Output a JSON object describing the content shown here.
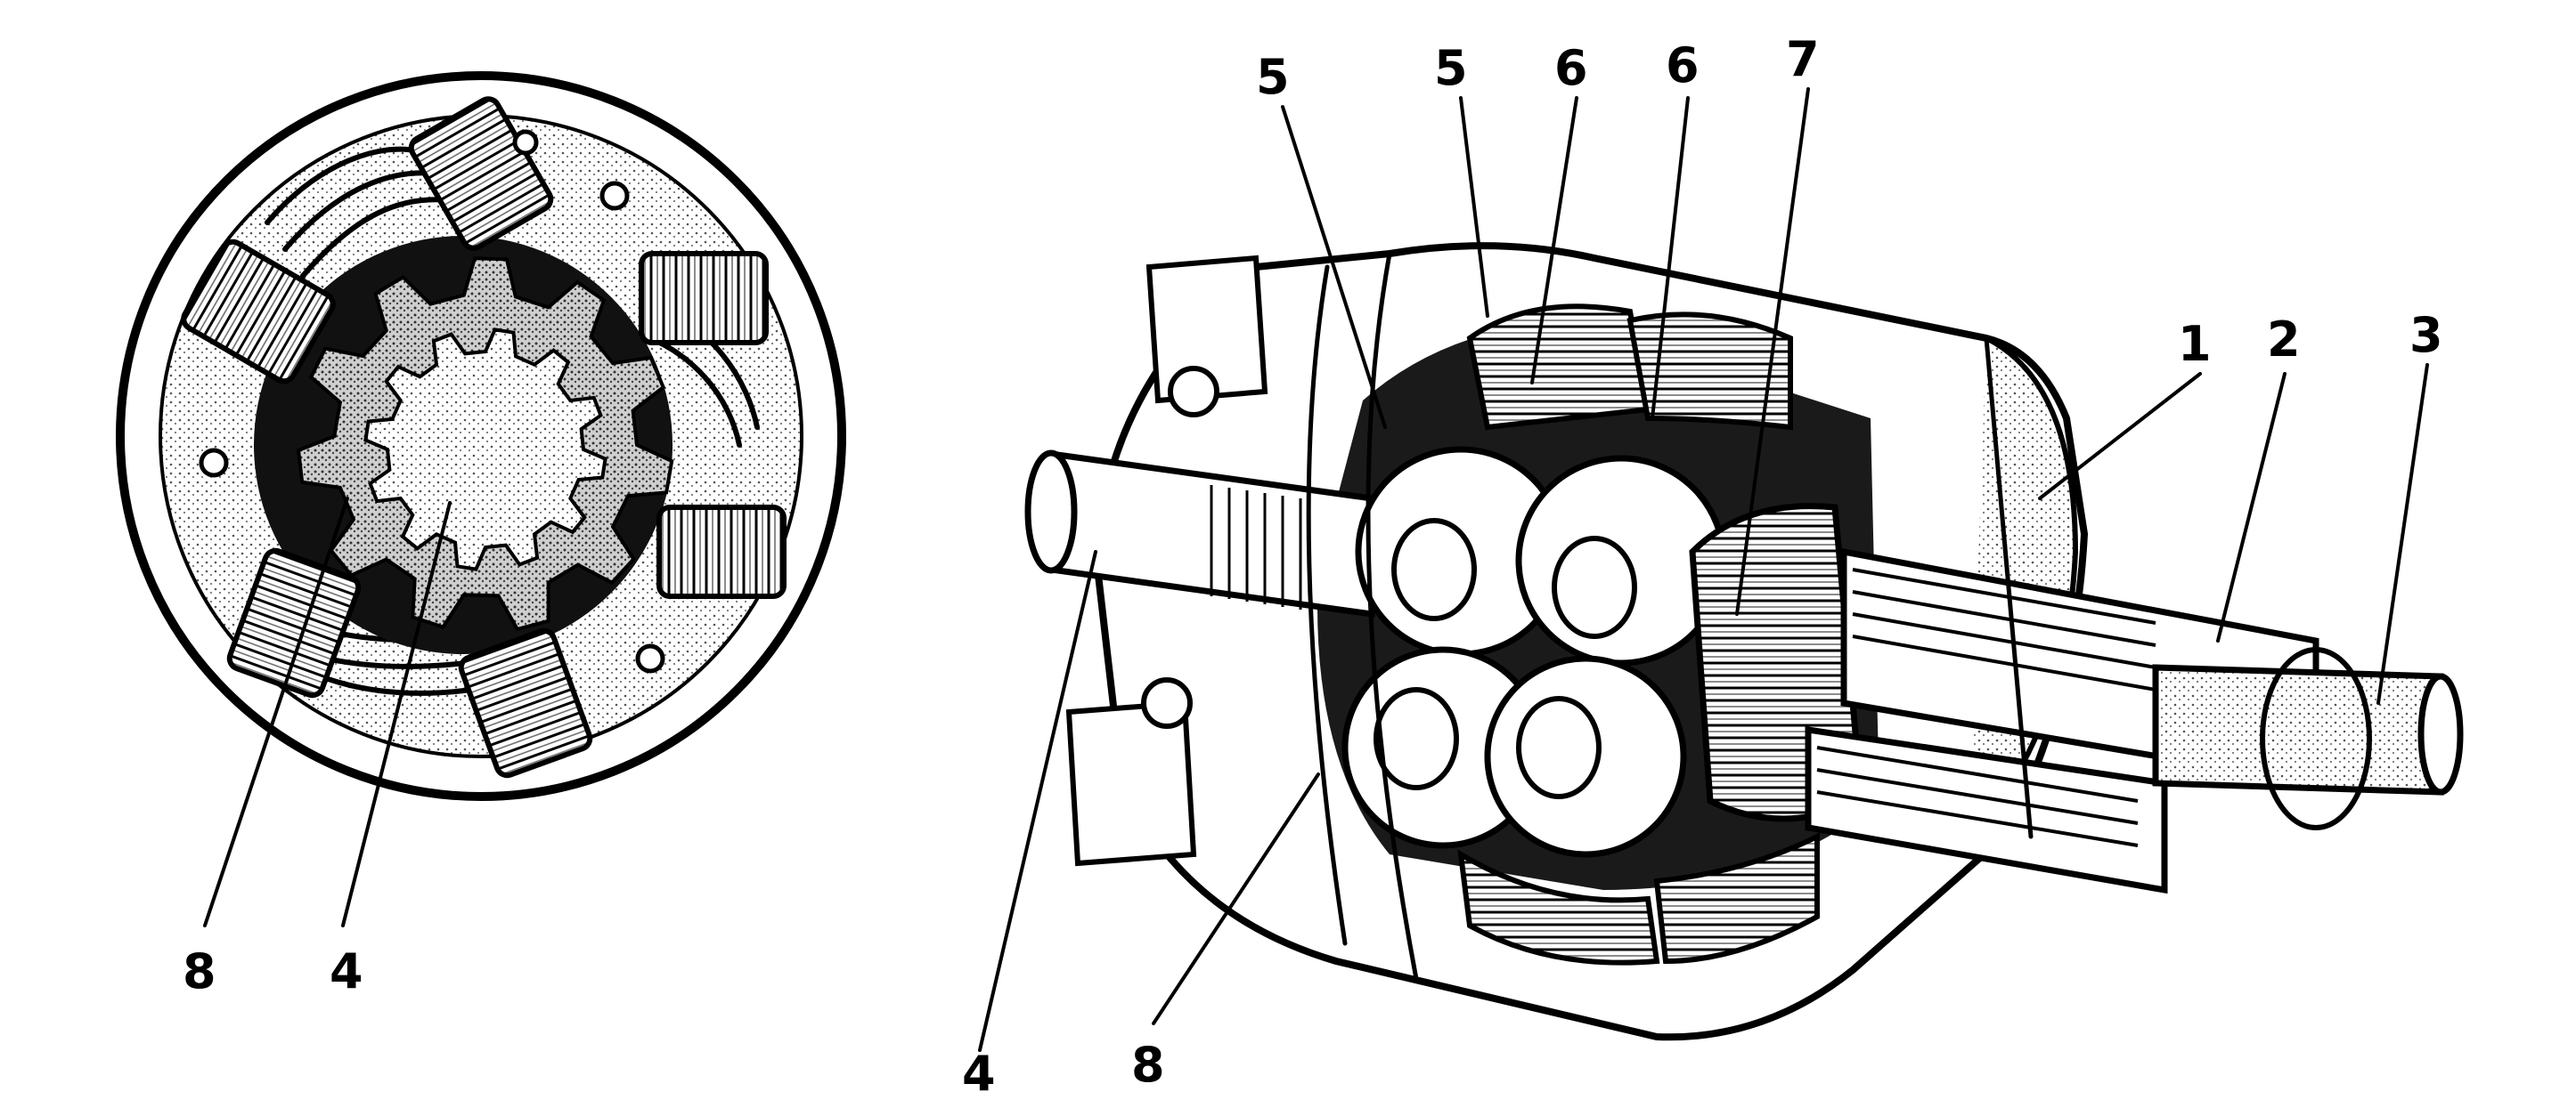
{
  "figure": {
    "end_view": {
      "callouts": [
        {
          "id": "end-8",
          "text": "8"
        },
        {
          "id": "end-4",
          "text": "4"
        }
      ]
    },
    "cutaway_view": {
      "callouts": [
        {
          "id": "cut-5a",
          "text": "5"
        },
        {
          "id": "cut-5b",
          "text": "5"
        },
        {
          "id": "cut-6a",
          "text": "6"
        },
        {
          "id": "cut-6b",
          "text": "6"
        },
        {
          "id": "cut-7",
          "text": "7"
        },
        {
          "id": "cut-1",
          "text": "1"
        },
        {
          "id": "cut-2",
          "text": "2"
        },
        {
          "id": "cut-3",
          "text": "3"
        },
        {
          "id": "cut-4",
          "text": "4"
        },
        {
          "id": "cut-8",
          "text": "8"
        }
      ]
    }
  }
}
